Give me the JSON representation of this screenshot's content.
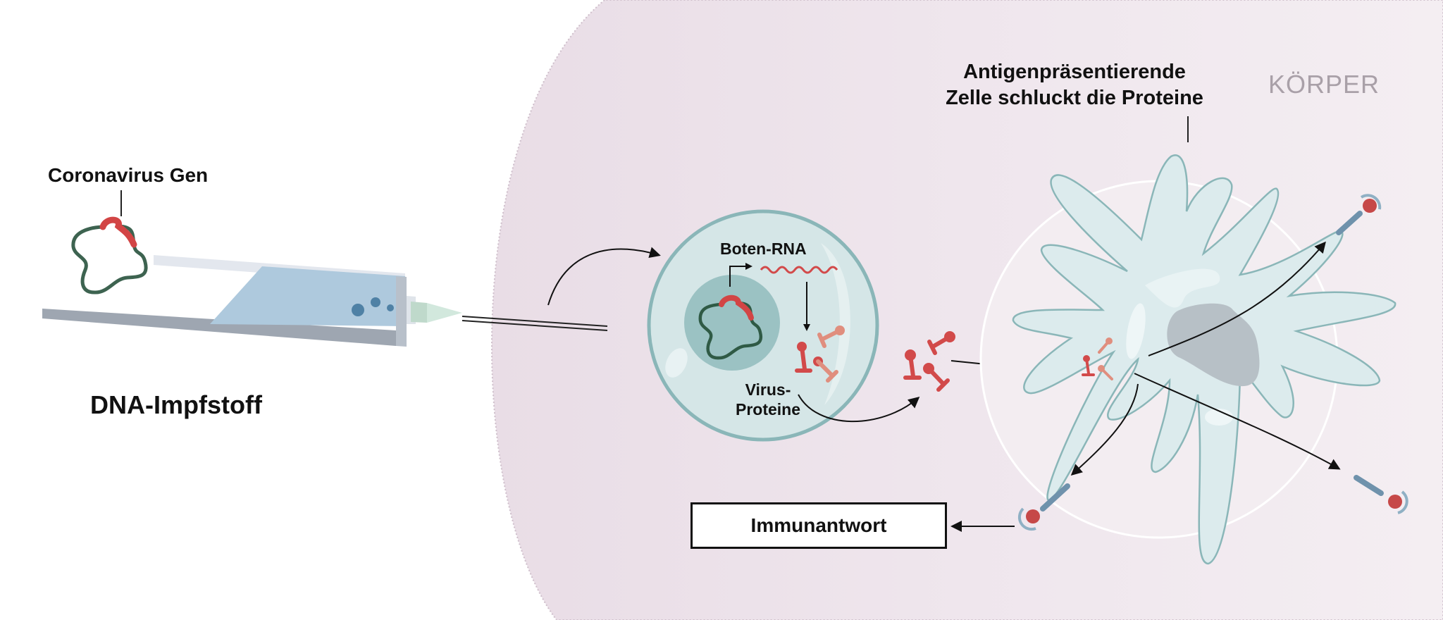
{
  "labels": {
    "gene": "Coronavirus Gen",
    "vaccine": "DNA-Impfstoff",
    "mrna": "Boten-RNA",
    "virus_proteins_line1": "Virus-",
    "virus_proteins_line2": "Proteine",
    "apc_line1": "Antigenpräsentierende",
    "apc_line2": "Zelle schluckt die Proteine",
    "body": "KÖRPER",
    "immune_response": "Immunantwort"
  },
  "colors": {
    "body_tissue": "#ede3ea",
    "syringe_liquid": "#adc8dc",
    "dna_strand": "#3d6350",
    "gene_segment": "#d24545",
    "cell_fill": "#d5e6e7",
    "cell_outline": "#8ab6b8",
    "nucleus": "#9bc2c3",
    "protein": "#d24a4a",
    "apc_fill": "#dcebed",
    "apc_nucleus": "#b7c0c6",
    "receptor": "#6f92ac",
    "arrow": "#111111"
  },
  "icons": [
    "syringe-icon",
    "dna-plasmid-icon",
    "mrna-wave-icon",
    "virus-protein-icon",
    "antigen-receptor-icon"
  ]
}
